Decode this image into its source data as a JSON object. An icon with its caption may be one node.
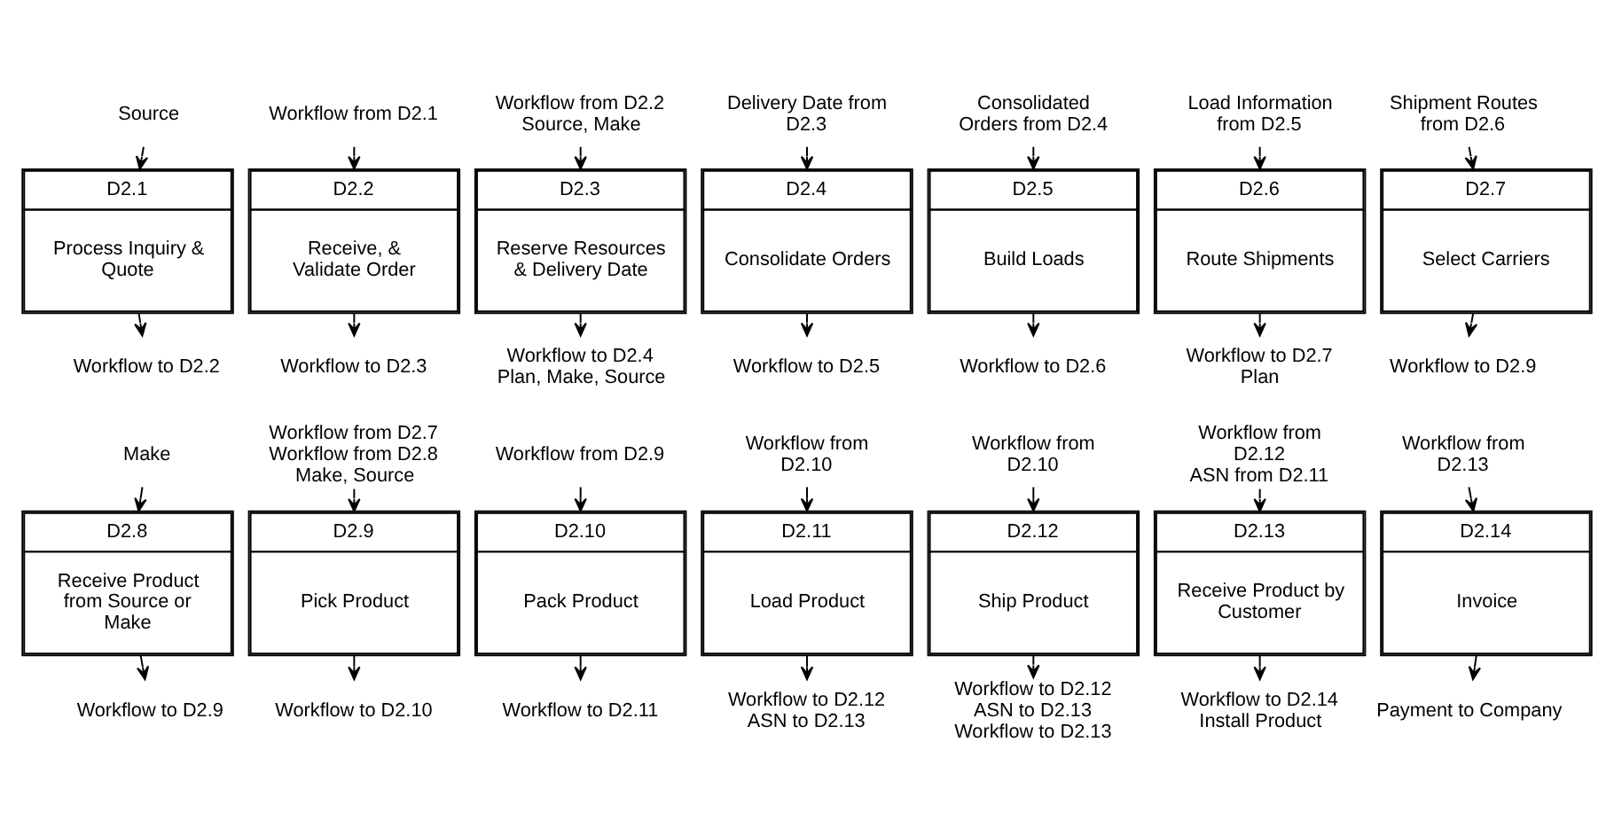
{
  "diagram": {
    "nodes": [
      {
        "text": [
          "Source"
        ]
      },
      {
        "text": [
          "D2.1",
          "Process Inquiry & Quote"
        ]
      },
      {
        "text": [
          "Workflow to D2.2"
        ]
      },
      {
        "text": [
          "Workflow from D2.1"
        ]
      },
      {
        "text": [
          "D2.2",
          "Receive, & Validate Order"
        ]
      },
      {
        "text": [
          "Workflow to D2.3"
        ]
      },
      {
        "text": [
          "Workflow from D2.2",
          "Source, Make"
        ]
      },
      {
        "text": [
          "D2.3",
          "Reserve Resources & Delivery Date"
        ]
      },
      {
        "text": [
          "Workflow to D2.4",
          "Plan, Make, Source"
        ]
      },
      {
        "text": [
          "Delivery Date from D2.3"
        ]
      },
      {
        "text": [
          "D2.4",
          "Consolidate Orders"
        ]
      },
      {
        "text": [
          "Workflow to D2.5"
        ]
      },
      {
        "text": [
          "Consolidated Orders from D2.4"
        ]
      },
      {
        "text": [
          "D2.5",
          "Build Loads"
        ]
      },
      {
        "text": [
          "Workflow to D2.6"
        ]
      },
      {
        "text": [
          "Load Information from D2.5"
        ]
      },
      {
        "text": [
          "D2.6",
          "Route Shipments"
        ]
      },
      {
        "text": [
          "Workflow to D2.7",
          "Plan"
        ]
      },
      {
        "text": [
          "Shipment Routes from D2.6"
        ]
      },
      {
        "text": [
          "D2.7",
          "Select Carriers"
        ]
      },
      {
        "text": [
          "Workflow to D2.9"
        ]
      },
      {
        "text": [
          "Make"
        ]
      },
      {
        "text": [
          "D2.8",
          "Receive Product from Source or Make"
        ]
      },
      {
        "text": [
          "Workflow to D2.9"
        ]
      },
      {
        "text": [
          "Workflow from D2.7",
          "Workflow from D2.8",
          "Make, Source"
        ]
      },
      {
        "text": [
          "D2.9",
          "Pick Product"
        ]
      },
      {
        "text": [
          "Workflow to D2.10"
        ]
      },
      {
        "text": [
          "Workflow from D2.9"
        ]
      },
      {
        "text": [
          "D2.10",
          "Pack Product"
        ]
      },
      {
        "text": [
          "Workflow to D2.11"
        ]
      },
      {
        "text": [
          "Workflow from D2.10"
        ]
      },
      {
        "text": [
          "D2.11",
          "Load Product"
        ]
      },
      {
        "text": [
          "Workflow to D2.12",
          "ASN to D2.13"
        ]
      },
      {
        "text": [
          "Workflow from D2.10"
        ]
      },
      {
        "text": [
          "D2.12",
          "Ship Product"
        ]
      },
      {
        "text": [
          "Workflow to D2.12",
          "ASN to D2.13",
          "Workflow to D2.13"
        ]
      },
      {
        "text": [
          "Workflow from D2.12",
          "ASN from D2.11"
        ]
      },
      {
        "text": [
          "D2.13",
          "Receive Product by Customer"
        ]
      },
      {
        "text": [
          "Workflow to D2.14",
          "Install Product"
        ]
      },
      {
        "text": [
          "Workflow from D2.13"
        ]
      },
      {
        "text": [
          "D2.14",
          "Invoice"
        ]
      },
      {
        "text": [
          "Payment to Company"
        ]
      }
    ],
    "edges": [
      {
        "from": 0,
        "to": 1,
        "arrow": "to"
      },
      {
        "from": 1,
        "to": 2,
        "arrow": "to"
      },
      {
        "from": 3,
        "to": 4,
        "arrow": "to"
      },
      {
        "from": 4,
        "to": 5,
        "arrow": "to"
      },
      {
        "from": 6,
        "to": 7,
        "arrow": "to"
      },
      {
        "from": 7,
        "to": 8,
        "arrow": "to"
      },
      {
        "from": 9,
        "to": 10,
        "arrow": "to"
      },
      {
        "from": 10,
        "to": 11,
        "arrow": "to"
      },
      {
        "from": 12,
        "to": 13,
        "arrow": "to"
      },
      {
        "from": 13,
        "to": 14,
        "arrow": "to"
      },
      {
        "from": 15,
        "to": 16,
        "arrow": "to"
      },
      {
        "from": 16,
        "to": 17,
        "arrow": "to"
      },
      {
        "from": 18,
        "to": 19,
        "arrow": "to"
      },
      {
        "from": 19,
        "to": 20,
        "arrow": "to"
      },
      {
        "from": 21,
        "to": 22,
        "arrow": "to"
      },
      {
        "from": 22,
        "to": 23,
        "arrow": "to"
      },
      {
        "from": 24,
        "to": 25,
        "arrow": "to"
      },
      {
        "from": 25,
        "to": 26,
        "arrow": "to"
      },
      {
        "from": 27,
        "to": 28,
        "arrow": "to"
      },
      {
        "from": 28,
        "to": 29,
        "arrow": "to"
      },
      {
        "from": 30,
        "to": 31,
        "arrow": "to"
      },
      {
        "from": 31,
        "to": 32,
        "arrow": "to"
      },
      {
        "from": 33,
        "to": 34,
        "arrow": "to"
      },
      {
        "from": 34,
        "to": 35,
        "arrow": "to"
      },
      {
        "from": 36,
        "to": 37,
        "arrow": "to"
      },
      {
        "from": 37,
        "to": 38,
        "arrow": "to"
      },
      {
        "from": 39,
        "to": 40,
        "arrow": "to"
      },
      {
        "from": 40,
        "to": 41,
        "arrow": "to"
      }
    ]
  }
}
